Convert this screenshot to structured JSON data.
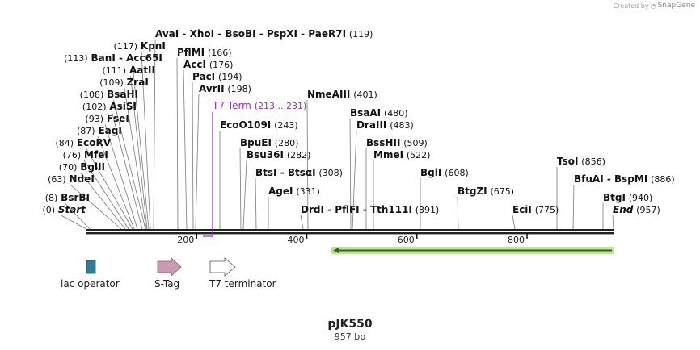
{
  "credit": {
    "prefix": "Created by",
    "brand": "SnapGene"
  },
  "map": {
    "name": "pJK550",
    "length_label": "957 bp",
    "sequence_length": 957,
    "scale_ticks": [
      "200",
      "400",
      "600",
      "800"
    ],
    "colors": {
      "backbone": "#222222",
      "lac_operator": "#2e7f96",
      "s_tag": "#cc99b3",
      "t7_terminator": "#ffffff",
      "t7_term_feature": "#9b2fbf",
      "orf_fill": "#bfe39a",
      "orf_arrow": "#2f6b1e"
    },
    "sites": [
      {
        "id": "start",
        "pos": "(0)",
        "name": "Start",
        "italic": true
      },
      {
        "id": "bsrbi",
        "pos": "(8)",
        "name": "BsrBI"
      },
      {
        "id": "ndei",
        "pos": "(63)",
        "name": "NdeI"
      },
      {
        "id": "bglii",
        "pos": "(70)",
        "name": "BglII"
      },
      {
        "id": "mfei",
        "pos": "(76)",
        "name": "MfeI"
      },
      {
        "id": "ecorv",
        "pos": "(84)",
        "name": "EcoRV"
      },
      {
        "id": "eagi",
        "pos": "(87)",
        "name": "EagI"
      },
      {
        "id": "fsei",
        "pos": "(93)",
        "name": "FseI"
      },
      {
        "id": "asisi",
        "pos": "(102)",
        "name": "AsiSI"
      },
      {
        "id": "bsahi",
        "pos": "(108)",
        "name": "BsaHI"
      },
      {
        "id": "zrai",
        "pos": "(109)",
        "name": "ZraI"
      },
      {
        "id": "aatii",
        "pos": "(111)",
        "name": "AatII"
      },
      {
        "id": "bani",
        "pos": "(113)",
        "name": "BanI  - Acc65I"
      },
      {
        "id": "kpni",
        "pos": "(117)",
        "name": "KpnI"
      },
      {
        "id": "avai",
        "pos": "(119)",
        "name": "AvaI  - XhoI  - BsoBI  - PspXI  - PaeR7I"
      },
      {
        "id": "pflmi",
        "pos": "(166)",
        "name": "PflMI"
      },
      {
        "id": "acci",
        "pos": "(176)",
        "name": "AccI"
      },
      {
        "id": "paci",
        "pos": "(194)",
        "name": "PacI"
      },
      {
        "id": "avrii",
        "pos": "(198)",
        "name": "AvrII"
      },
      {
        "id": "ecoo109i",
        "pos": "(243)",
        "name": "EcoO109I"
      },
      {
        "id": "bpuei",
        "pos": "(280)",
        "name": "BpuEI"
      },
      {
        "id": "bsu36i",
        "pos": "(282)",
        "name": "Bsu36I"
      },
      {
        "id": "btsi",
        "pos": "(308)",
        "name": "BtsI  - BtsαI"
      },
      {
        "id": "agei",
        "pos": "(331)",
        "name": "AgeI"
      },
      {
        "id": "drdi",
        "pos": "(391)",
        "name": "DrdI  - PflFI  - Tth111I"
      },
      {
        "id": "nmeaiii",
        "pos": "(401)",
        "name": "NmeAIII"
      },
      {
        "id": "bsaai",
        "pos": "(480)",
        "name": "BsaAI"
      },
      {
        "id": "draiii",
        "pos": "(483)",
        "name": "DraIII"
      },
      {
        "id": "bsshii",
        "pos": "(509)",
        "name": "BssHII"
      },
      {
        "id": "mmei",
        "pos": "(522)",
        "name": "MmeI"
      },
      {
        "id": "bgli",
        "pos": "(608)",
        "name": "BglI"
      },
      {
        "id": "btgzi",
        "pos": "(675)",
        "name": "BtgZI"
      },
      {
        "id": "ecii",
        "pos": "(775)",
        "name": "EciI"
      },
      {
        "id": "tsoi",
        "pos": "(856)",
        "name": "TsoI"
      },
      {
        "id": "bfuai",
        "pos": "(886)",
        "name": "BfuAI  - BspMI"
      },
      {
        "id": "btgi",
        "pos": "(940)",
        "name": "BtgI"
      },
      {
        "id": "end",
        "pos": "(957)",
        "name": "End",
        "italic": true
      }
    ],
    "t7_term_feature": {
      "name": "T7 Term",
      "range": "(213 .. 231)"
    }
  },
  "legend": [
    {
      "id": "lac-operator",
      "label": "lac operator"
    },
    {
      "id": "s-tag",
      "label": "S-Tag"
    },
    {
      "id": "t7-terminator",
      "label": "T7 terminator"
    }
  ]
}
